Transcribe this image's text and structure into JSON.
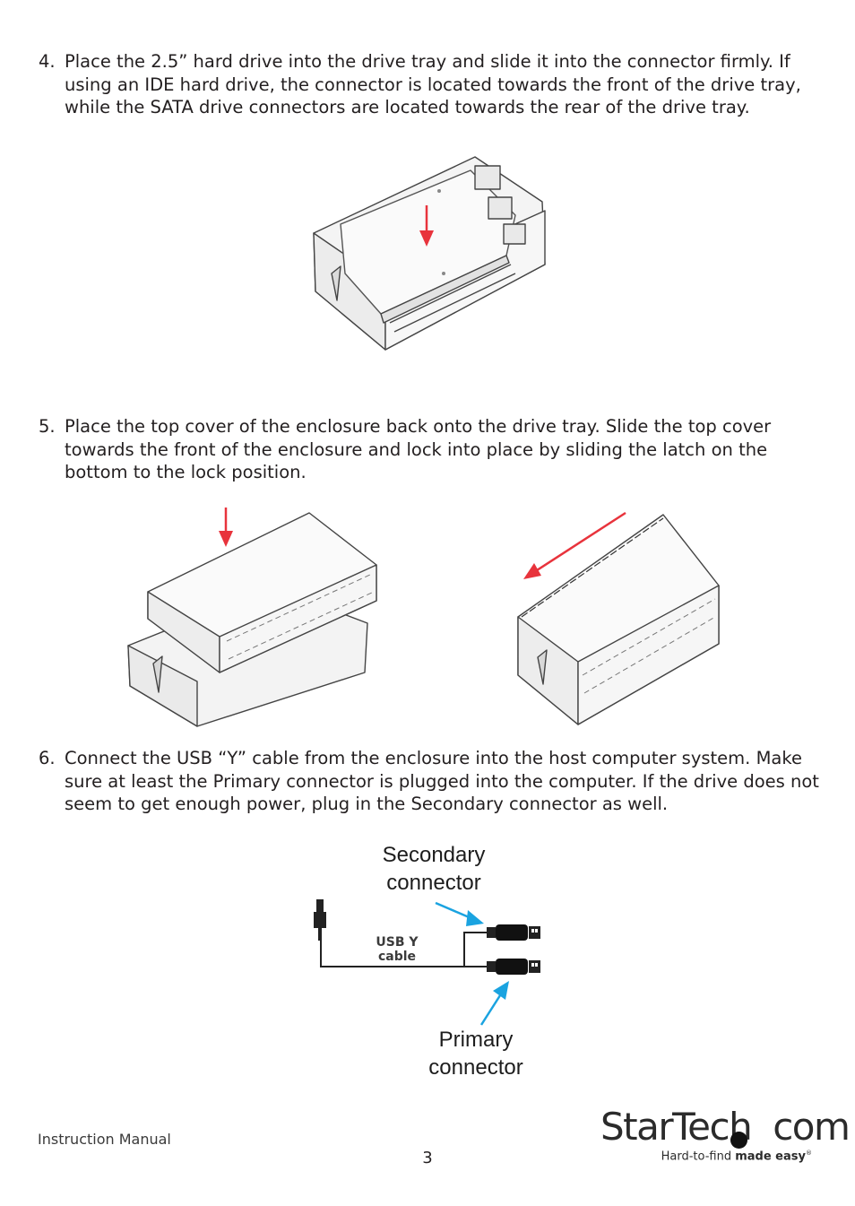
{
  "steps": [
    {
      "number": "4.",
      "text": "Place the 2.5” hard drive into the drive tray and slide it into the connector firmly.  If using an IDE hard drive, the connector is located towards the front of the drive tray, while the SATA drive connectors are located towards the rear of the drive tray."
    },
    {
      "number": "5.",
      "text": "Place the top cover of the enclosure back onto the drive tray.  Slide the top cover towards the front of the enclosure and lock into place by sliding the latch on the bottom to the lock position."
    },
    {
      "number": "6.",
      "text": "Connect the USB “Y” cable from the enclosure into the host computer system.  Make sure at least the Primary connector is plugged into the computer.  If the drive does not seem to get enough power, plug in the Secondary connector as well."
    }
  ],
  "cable_diagram": {
    "secondary_label": "Secondary connector",
    "cable_label": "USB Y cable",
    "primary_label": "Primary connector"
  },
  "colors": {
    "arrow_red": "#e8333c",
    "arrow_blue": "#1aa3e0",
    "line": "#222222"
  },
  "footer": {
    "left": "Instruction Manual",
    "page_number": "3",
    "brand_name": "StarTech.com",
    "brand_part1": "StarTech",
    "brand_part2": "com",
    "tagline_plain": "Hard-to-find",
    "tagline_bold": "made easy",
    "registered": "®"
  }
}
